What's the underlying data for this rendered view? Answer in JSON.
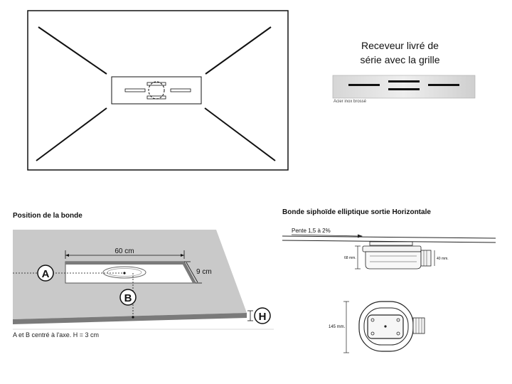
{
  "caption": {
    "line1": "Receveur livré de",
    "line2": "série avec la grille"
  },
  "grille": {
    "material_label": "Acier inox brossé"
  },
  "bonde_position": {
    "title": "Position de la bonde",
    "length_label": "60 cm",
    "width_label": "9 cm",
    "marker_a": "A",
    "marker_b": "B",
    "marker_h": "H",
    "note": "A et B centré à l'axe. H = 3 cm"
  },
  "siphon": {
    "title": "Bonde siphoïde elliptique sortie Horizontale",
    "slope_label": "Pente 1,5 à 2%",
    "height_label": "68 mm.",
    "outlet_label": "40 mm.",
    "depth_label": "145 mm."
  },
  "colors": {
    "tray_gray": "#c9c9c9",
    "tray_edge": "#7a7a7a",
    "steel_light": "#e4e4e4",
    "steel_dark": "#b8b8b8"
  }
}
